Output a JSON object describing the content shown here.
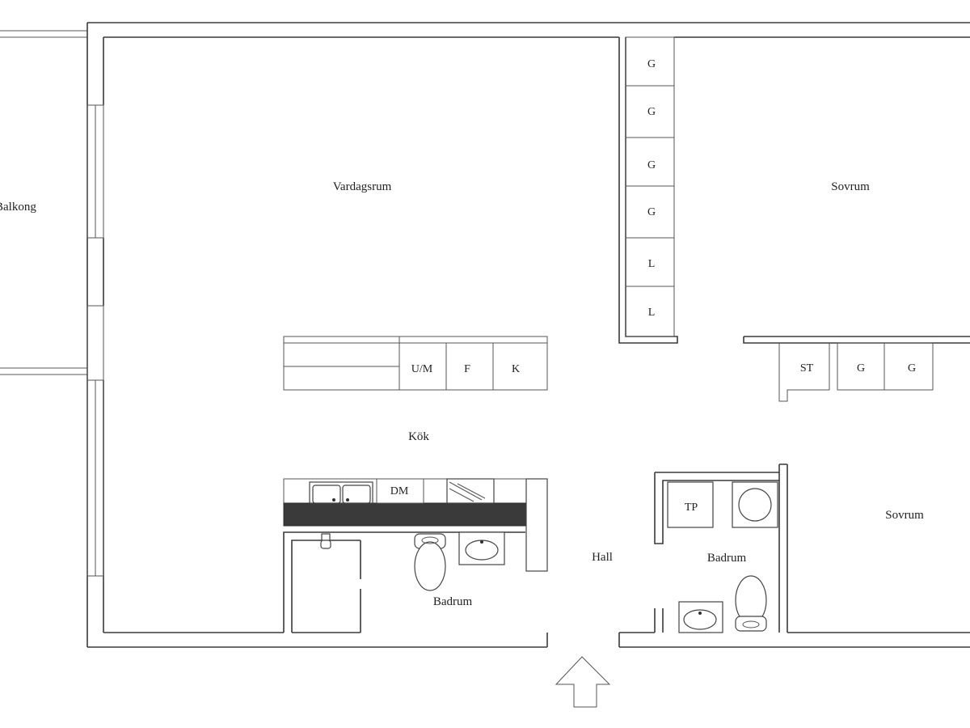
{
  "rooms": {
    "balkong": "Balkong",
    "vardagsrum": "Vardagsrum",
    "sovrum_1": "Sovrum",
    "kok": "Kök",
    "hall": "Hall",
    "badrum_1": "Badrum",
    "badrum_2": "Badrum",
    "sovrum_2": "Sovrum"
  },
  "closets": {
    "bedroom_column": [
      "G",
      "G",
      "G",
      "G",
      "L",
      "L"
    ],
    "bedroom_row": [
      "ST",
      "G",
      "G"
    ]
  },
  "kitchen": {
    "upper": [
      "U/M",
      "F",
      "K"
    ],
    "dishwasher": "DM"
  },
  "bath": {
    "dryer": "TP"
  },
  "colors": {
    "line": "#3a3a3a",
    "fill": "#3a3a3a",
    "background": "#ffffff"
  }
}
